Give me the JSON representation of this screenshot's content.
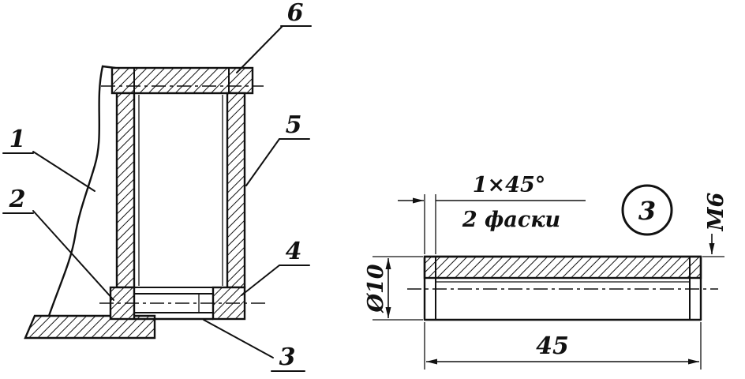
{
  "colors": {
    "background": "#ffffff",
    "ink": "#111111"
  },
  "section_view": {
    "callouts": [
      "1",
      "2",
      "3",
      "4",
      "5",
      "6"
    ]
  },
  "detail_view": {
    "chamfer_size": "1×45°",
    "chamfer_count_note": "2 фаски",
    "balloon_number": "3",
    "thread_label": "M6",
    "diameter_label": "Ø10",
    "length_label": "45"
  }
}
